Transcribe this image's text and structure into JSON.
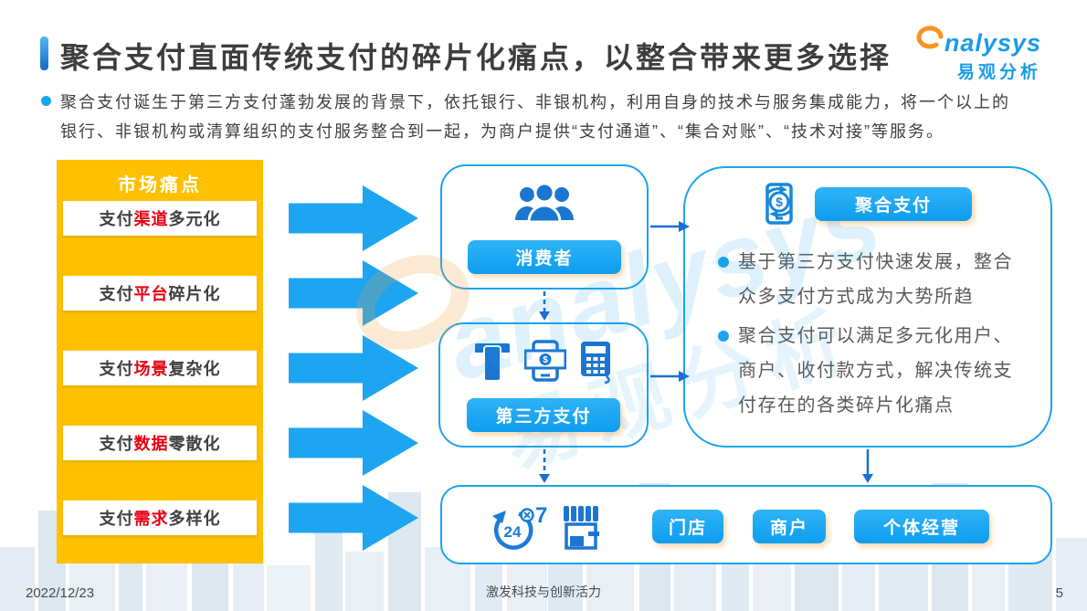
{
  "slide": {
    "title": "聚合支付直面传统支付的碎片化痛点，以整合带来更多选择",
    "intro": "聚合支付诞生于第三方支付蓬勃发展的背景下，依托银行、非银机构，利用自身的技术与服务集成能力，将一个以上的\n银行、非银机构或清算组织的支付服务整合到一起，为商户提供“支付通道”、“集合对账”、“技术对接”等服务。",
    "footer": {
      "date": "2022/12/23",
      "slogan": "激发科技与创新活力",
      "page": "5"
    }
  },
  "logo": {
    "brand": "nalysys",
    "brand_cn": "易观分析"
  },
  "watermark": {
    "text_en": "analysys",
    "text_cn": "易观分析"
  },
  "pain_panel": {
    "header": "市场痛点",
    "items": [
      {
        "pre": "支付",
        "keyword": "渠道",
        "post": "多元化"
      },
      {
        "pre": "支付",
        "keyword": "平台",
        "post": "碎片化"
      },
      {
        "pre": "支付",
        "keyword": "场景",
        "post": "复杂化"
      },
      {
        "pre": "支付",
        "keyword": "数据",
        "post": "零散化"
      },
      {
        "pre": "支付",
        "keyword": "需求",
        "post": "多样化"
      }
    ]
  },
  "flow": {
    "consumer": {
      "label": "消费者"
    },
    "third_party": {
      "label": "第三方支付"
    },
    "aggregate": {
      "label": "聚合支付",
      "bullets": [
        "基于第三方支付快速发展，整合\n众多支付方式成为大势所趋",
        "聚合支付可以满足多元化用户、\n商户、收付款方式，解决传统支\n付存在的各类碎片化痛点"
      ]
    },
    "merchants": [
      "门店",
      "商户",
      "个体经营"
    ]
  },
  "icons": {
    "logo": "analysys-swirl-icon",
    "consumer": "people-icon",
    "third_party": [
      "card-insert-icon",
      "mobile-banknote-icon",
      "pos-terminal-icon"
    ],
    "aggregate": "phone-money-exchange-icon",
    "merchants": [
      "24x7-service-icon",
      "storefront-icon"
    ]
  },
  "colors": {
    "accent_blue": "#1CA3EF",
    "connector_blue": "#1A6FD6",
    "icon_blue": "#1B76D2",
    "panel_yellow": "#FFC000",
    "keyword_red": "#E60012",
    "button_blue": "#19A6F2",
    "logo_orange": "#F7941D",
    "logo_blue": "#189CE8"
  }
}
